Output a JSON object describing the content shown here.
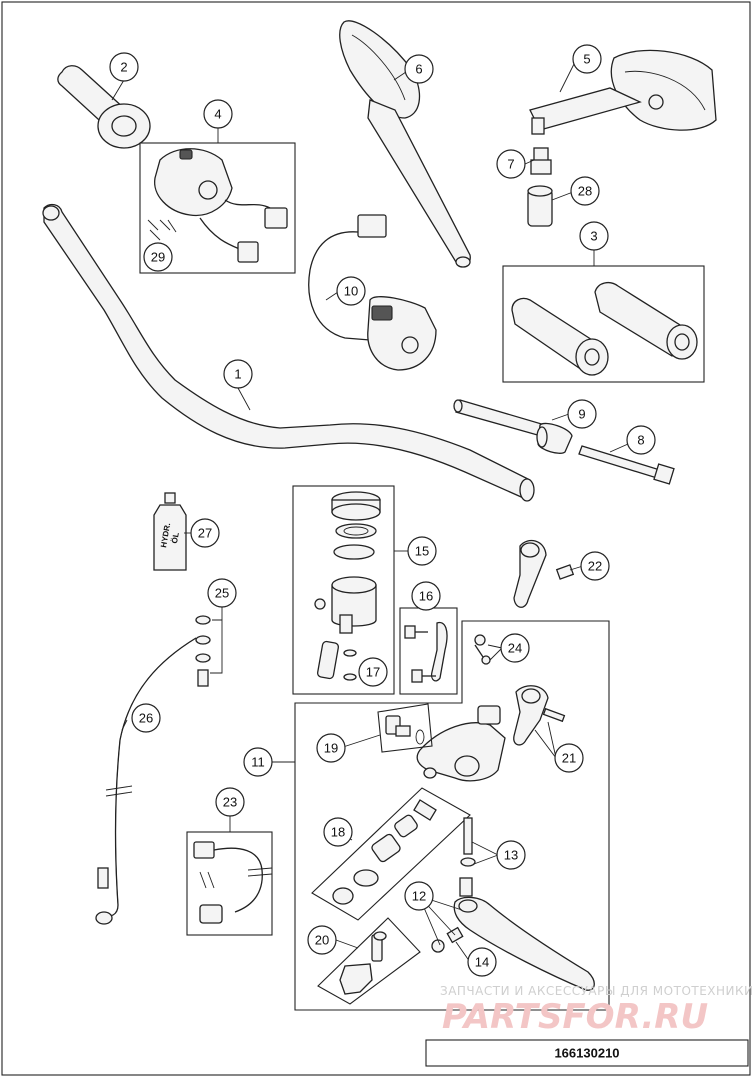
{
  "diagram": {
    "diagram_code": "166130210",
    "watermark": {
      "tagline": "ЗАПЧАСТИ И АКСЕССУАРЫ ДЛЯ МОТОТЕХНИКИ",
      "logo_text": "PARTSFOR.RU"
    },
    "oil_bottle_label": {
      "line1": "HYDR.",
      "line2": "ÖL"
    },
    "callouts": [
      {
        "id": "c1",
        "label": "1"
      },
      {
        "id": "c2",
        "label": "2"
      },
      {
        "id": "c3",
        "label": "3"
      },
      {
        "id": "c4",
        "label": "4"
      },
      {
        "id": "c5",
        "label": "5"
      },
      {
        "id": "c6",
        "label": "6"
      },
      {
        "id": "c7",
        "label": "7"
      },
      {
        "id": "c8",
        "label": "8"
      },
      {
        "id": "c9",
        "label": "9"
      },
      {
        "id": "c10",
        "label": "10"
      },
      {
        "id": "c11",
        "label": "11"
      },
      {
        "id": "c12",
        "label": "12"
      },
      {
        "id": "c13",
        "label": "13"
      },
      {
        "id": "c14",
        "label": "14"
      },
      {
        "id": "c15",
        "label": "15"
      },
      {
        "id": "c16",
        "label": "16"
      },
      {
        "id": "c17",
        "label": "17"
      },
      {
        "id": "c18",
        "label": "18"
      },
      {
        "id": "c19",
        "label": "19"
      },
      {
        "id": "c20",
        "label": "20"
      },
      {
        "id": "c21",
        "label": "21"
      },
      {
        "id": "c22",
        "label": "22"
      },
      {
        "id": "c23",
        "label": "23"
      },
      {
        "id": "c24",
        "label": "24"
      },
      {
        "id": "c25",
        "label": "25"
      },
      {
        "id": "c26",
        "label": "26"
      },
      {
        "id": "c27",
        "label": "27"
      },
      {
        "id": "c28",
        "label": "28"
      },
      {
        "id": "c29",
        "label": "29"
      }
    ]
  }
}
